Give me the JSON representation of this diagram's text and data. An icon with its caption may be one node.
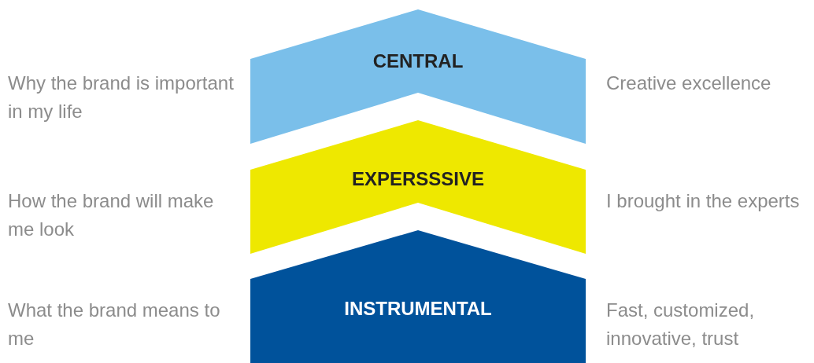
{
  "diagram": {
    "nodes": [
      {
        "text": [
          "CENTRAL"
        ],
        "beside": [
          "Why the brand is important in my life",
          "Creative excellence"
        ]
      },
      {
        "text": [
          "EXPERSSSIVE"
        ],
        "beside": [
          "How the brand will make me look",
          "I brought in the experts"
        ]
      },
      {
        "text": [
          "INSTRUMENTAL"
        ],
        "beside": [
          "What the brand means to me",
          "Fast, customized, innovative, trust"
        ]
      }
    ]
  }
}
